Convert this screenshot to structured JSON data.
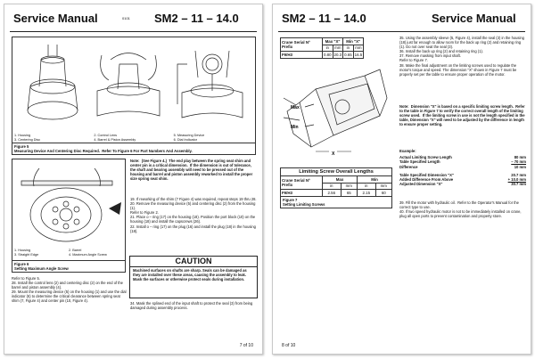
{
  "left_page": {
    "title": "Service Manual",
    "doc_code": "0101",
    "model": "SM2 – 11 – 14.0",
    "page_num": "7 of 10",
    "figure5": {
      "legend": [
        "1. Housing",
        "2. Control Lens",
        "3. Centering Disc",
        "4. Barrel & Piston Assembly",
        "5. Measuring Device",
        "6. Dial Indicator"
      ],
      "caption": "Figure 5\nMeasuring Device And Centering Disc Required.  Refer To Figure 6 For Part Numbers And Assembly."
    },
    "figure6": {
      "legend": [
        "1.  Housing",
        "2.  Barrel",
        "3.  Straight Edge",
        "4.  Maximum Angle Screw"
      ],
      "caption": "Figure 6\nSetting Maximum Angle Screw"
    },
    "note_text": "Note:  (See Figure 4.)  The end play between the spring seat shim and center pin is a critical dimension.  If the dimension is out of tolerance, the shaft and bearing assembly will need to be pressed out of the housing and barrel and piston assembly reworked to install the proper size spring seat shim.",
    "steps_right": "19. If reworking of the shim (7 Figure 4) was required, repeat steps 19 thru 28.\n20. Remove the measuring device (5) and centering disc (2) from the housing (1).\nRefer to Figure 2.\n21. Place o – ring (17) on the housing (18). Position the port block (10) on the housing (18) and install the capscrews (26).\n22. Install o – ring (17) on the plug (16) and install the plug (18) in the housing (18).",
    "steps_left": "Refer to Figure 5.\n28. Install the control lens (2) and centering disc (2) on the end of the barrel and piston assembly (4).\n29. Mount the measuring device (5) on the housing (1) and use the dial indicator (6) to determine the critical clearance between spring seat shim (7, Figure 4) and center pin (10, Figure 4).",
    "caution": {
      "heading": "CAUTION",
      "body": "Machined surfaces on shafts are sharp. Seals can be damaged as they are installed over these areas, causing the assembly to leak. Mask the surfaces or otherwise protect seals during installation."
    },
    "step34": "34. Mask the splined end of the input shaft to protect the seal (3) from being damaged during assembly process."
  },
  "right_page": {
    "model": "SM2 – 11 – 14.0",
    "title": "Service Manual",
    "page_num": "8 of 10",
    "dim_table": {
      "corner": "Crane Serial Nº Prefix",
      "groups": [
        "Max \"X\"",
        "Min \"X\""
      ],
      "units": [
        "in",
        "mm",
        "in",
        "mm"
      ],
      "row_label": "F9/H3",
      "values": [
        "0.80",
        "20.3",
        "0.65",
        "16.5"
      ]
    },
    "labels": {
      "max": "Max",
      "min": "Min",
      "x": "X"
    },
    "limit_table": {
      "heading": "Limiting Screw Overall Lengths",
      "corner": "Crane Serial Nº Prefix",
      "groups": [
        "Max",
        "Min"
      ],
      "units": [
        "in",
        "mm",
        "in",
        "mm"
      ],
      "row_label": "F9/H3",
      "values": [
        "2.56",
        "65",
        "2.15",
        "60"
      ],
      "caption": "Figure 7\nSetting Limiting Screws"
    },
    "steps_a": "35. Using the assembly sleeve (5, Figure 4), install the seal (3) in the housing (18) just far enough to allow room for the back up ring (2) and retaining ring (1). Do not over seat the seal (3).\n36. Install the back up ring (2) and retaining ring (1).\n37. Remove masking from input shaft.\nRefer to Figure 7.\n38. Make the final adjustment on the limiting screws used to regulate the motor's torque and speed. The dimension \"X\" shown in Figure 7 must be properly set per the table to ensure proper operation of the motor.",
    "note_bold": "Note:  Dimension \"X\" is based on a specific limiting screw length.  Refer to the table in Figure 7 to verify the correct overall length of the limiting screw used.  If the limiting screw in use is not the length specified in the table, Dimension \"X\" will need to be adjusted by the difference in length to ensure proper setting.",
    "example": {
      "heading": "Example:",
      "rows": [
        {
          "label": "Actual Limiting Screw Length",
          "value": "80 mm"
        },
        {
          "label": "Table Specified Length",
          "value": "– 70 mm"
        },
        {
          "label": "Difference",
          "value": "10 mm"
        },
        {
          "label": "Table Specified Dimension \"X\"",
          "value": "20.7 mm"
        },
        {
          "label": "Added Difference From Above",
          "value": "+ 10.0 mm"
        },
        {
          "label": "Adjusted Dimension \"X\"",
          "value": "30.7 mm"
        }
      ]
    },
    "steps_b": "39. Fill the motor with hydraulic oil.  Refer to the Operator's Manual for the correct type to use.\n40. If two speed hydraulic motor is not to be immediately installed on crane, plug all open ports to prevent contamination and property store."
  },
  "colors": {
    "text": "#111111",
    "rule": "#222222",
    "border": "#333333"
  }
}
